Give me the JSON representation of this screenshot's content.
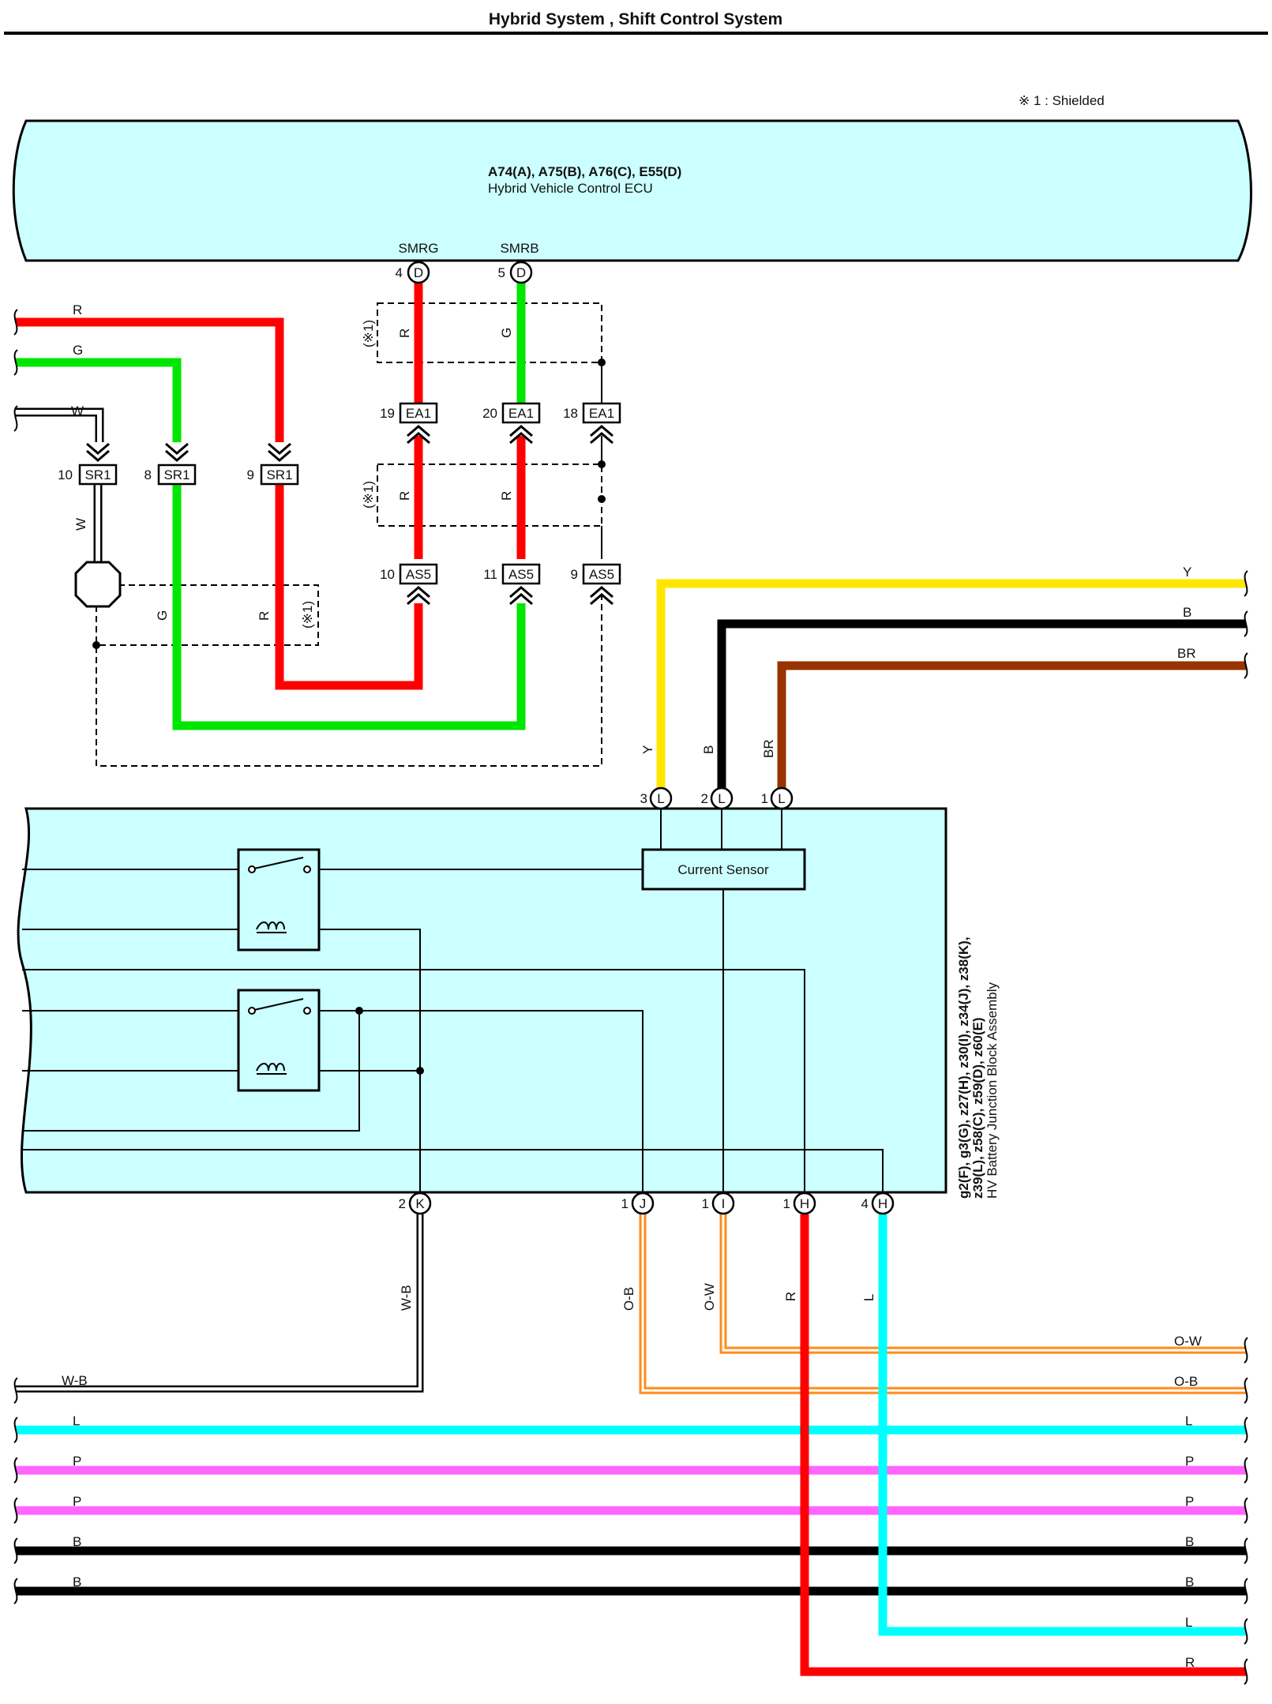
{
  "page": {
    "title": "Hybrid System , Shift Control System",
    "shielded_note": "※ 1 : Shielded"
  },
  "ecu": {
    "connectors": "A74(A), A75(B), A76(C), E55(D)",
    "name": "Hybrid Vehicle Control ECU",
    "pin_smrg": "SMRG",
    "pin_smrb": "SMRB",
    "pin_smrg_no": "4",
    "pin_smrb_no": "5",
    "conn_letter": "D"
  },
  "junction_block": {
    "connectors_line1": "g2(F), g3(G), z27(H), z30(I), z34(J), z38(K),",
    "connectors_line2": "z39(L), z58(C), z59(D), z60(E)",
    "name": "HV Battery Junction Block Assembly",
    "current_sensor": "Current Sensor",
    "top_pins": [
      {
        "no": "3",
        "letter": "L",
        "wire": "Y"
      },
      {
        "no": "2",
        "letter": "L",
        "wire": "B"
      },
      {
        "no": "1",
        "letter": "L",
        "wire": "BR"
      }
    ],
    "bottom_pins": [
      {
        "no": "2",
        "letter": "K",
        "wire": "W-B"
      },
      {
        "no": "1",
        "letter": "J",
        "wire": "O-B"
      },
      {
        "no": "1",
        "letter": "I",
        "wire": "O-W"
      },
      {
        "no": "1",
        "letter": "H",
        "wire": "R"
      },
      {
        "no": "4",
        "letter": "H",
        "wire": "L"
      }
    ]
  },
  "junctions": {
    "ea1": [
      {
        "no": "19",
        "name": "EA1"
      },
      {
        "no": "20",
        "name": "EA1"
      },
      {
        "no": "18",
        "name": "EA1"
      }
    ],
    "as5": [
      {
        "no": "10",
        "name": "AS5"
      },
      {
        "no": "11",
        "name": "AS5"
      },
      {
        "no": "9",
        "name": "AS5"
      }
    ],
    "sr1": [
      {
        "no": "10",
        "name": "SR1"
      },
      {
        "no": "8",
        "name": "SR1"
      },
      {
        "no": "9",
        "name": "SR1"
      }
    ]
  },
  "wire_labels": {
    "left_r": "R",
    "left_g": "G",
    "left_w": "W",
    "vertical_w": "W",
    "vertical_g": "G",
    "vertical_r": "R",
    "shield_mark": "(※1)",
    "ecu_r": "R",
    "ecu_g": "G",
    "mid_r1": "R",
    "mid_r2": "R",
    "right_y": "Y",
    "right_b": "B",
    "right_br": "BR",
    "vert_y": "Y",
    "vert_b": "B",
    "vert_br": "BR",
    "vert_wb": "W-B",
    "vert_ob": "O-B",
    "vert_ow": "O-W",
    "vert_r": "R",
    "vert_l": "L"
  },
  "bottom_wires": {
    "left": [
      "W-B",
      "L",
      "P",
      "P",
      "B",
      "B"
    ],
    "right": [
      "O-W",
      "O-B",
      "L",
      "P",
      "P",
      "B",
      "B",
      "L",
      "R"
    ]
  },
  "wire_colors": {
    "R": "#ff0000",
    "G": "#00e600",
    "Y": "#ffe600",
    "B": "#000000",
    "BR": "#993300",
    "L": "#00ffff",
    "P": "#ff66ff",
    "O": "#ff8c1a",
    "W": "#ffffff"
  }
}
